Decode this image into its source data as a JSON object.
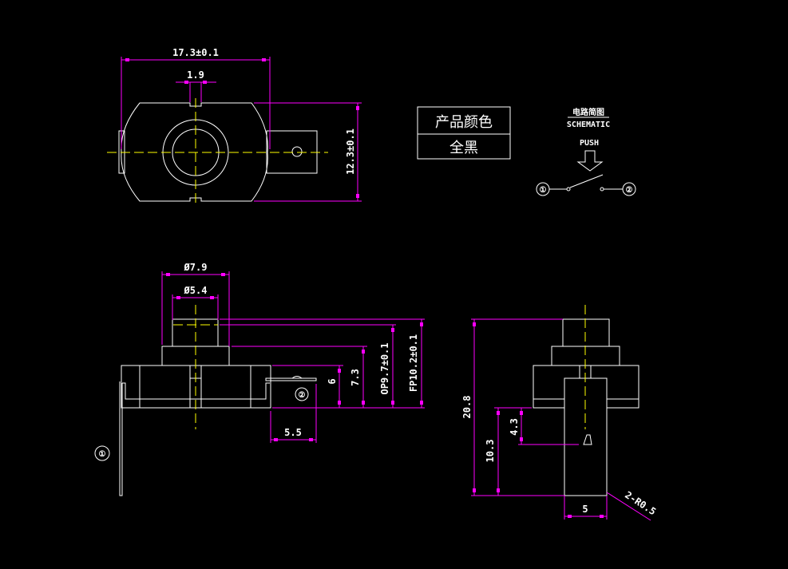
{
  "colors": {
    "background": "#000000",
    "outline": "#ffffff",
    "dimension": "#ff00ff",
    "centerline": "#ffff00"
  },
  "top_view": {
    "width_dim": "17.3±0.1",
    "notch_dim": "1.9",
    "height_dim": "12.3±0.1"
  },
  "color_table": {
    "header": "产品颜色",
    "value": "全黑"
  },
  "schematic": {
    "title_cn": "电路简图",
    "title_en": "SCHEMATIC",
    "push_label": "PUSH",
    "terminal_1": "①",
    "terminal_2": "②"
  },
  "front_view": {
    "outer_dia": "Ø7.9",
    "inner_dia": "Ø5.4",
    "dim_6": "6",
    "dim_7_3": "7.3",
    "op_dim": "OP9.7±0.1",
    "fp_dim": "FP10.2±0.1",
    "dim_5_5": "5.5",
    "terminal_1": "①",
    "terminal_2": "②"
  },
  "side_view": {
    "total_height": "20.8",
    "pin_length": "10.3",
    "mark_dim": "4.3",
    "pin_width": "5",
    "radius_note": "2-R0.5"
  }
}
